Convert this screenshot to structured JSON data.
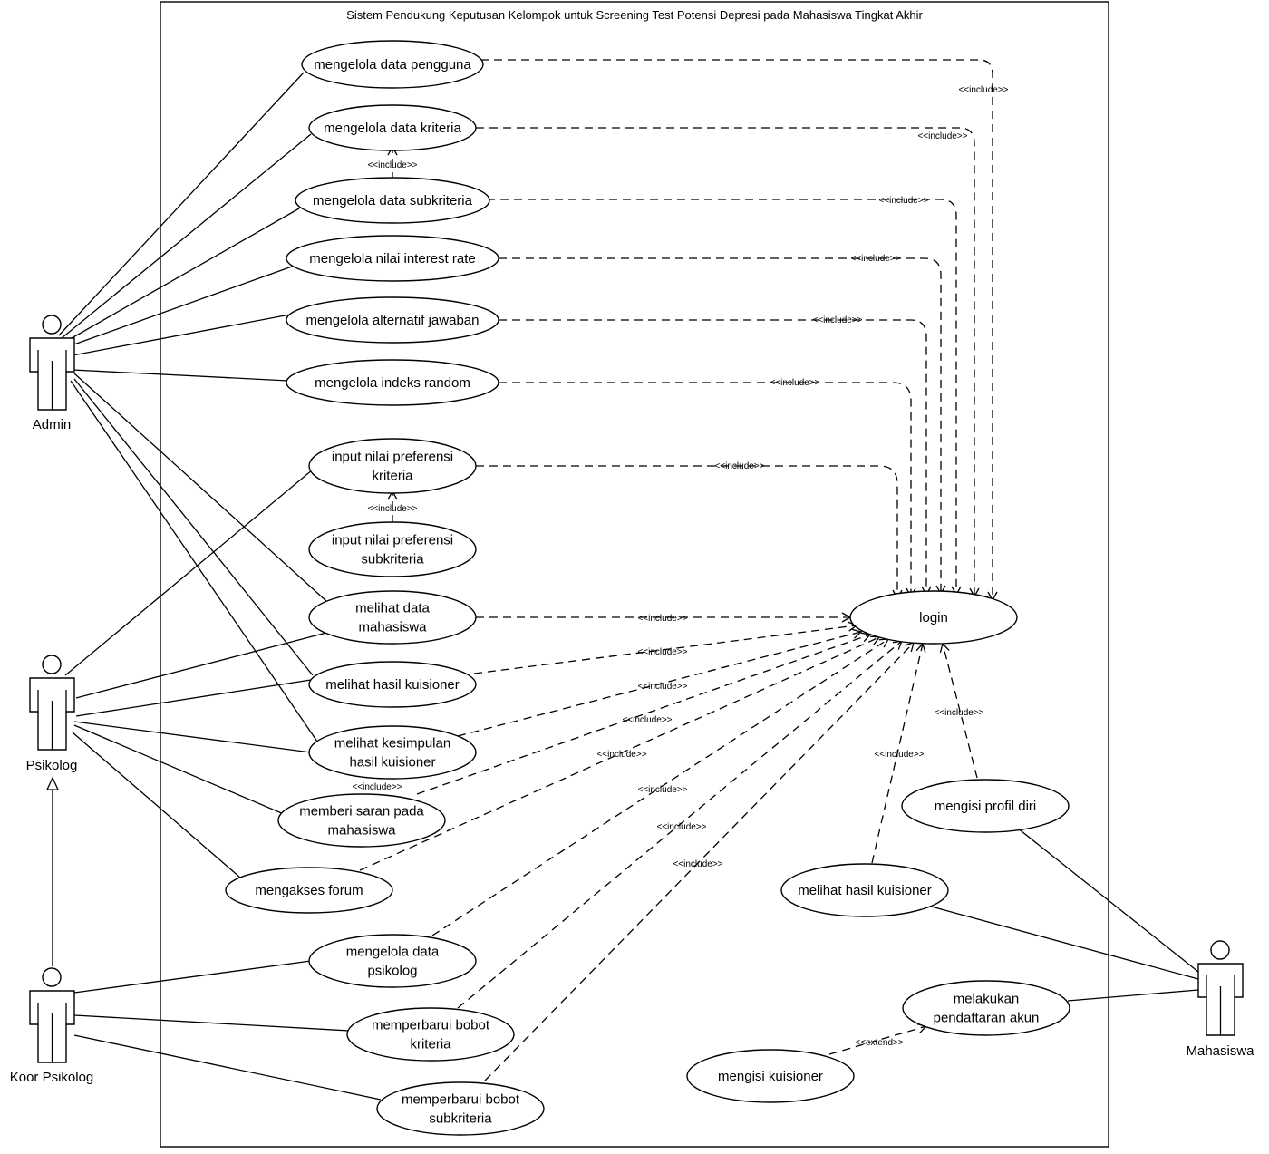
{
  "system": {
    "title": "Sistem Pendukung Keputusan Kelompok untuk Screening Test Potensi Depresi pada Mahasiswa Tingkat Akhir"
  },
  "actors": {
    "admin": "Admin",
    "psikolog": "Psikolog",
    "koor": "Koor Psikolog",
    "mahasiswa": "Mahasiswa"
  },
  "usecases": {
    "data_pengguna": [
      "mengelola data pengguna"
    ],
    "data_kriteria": [
      "mengelola data kriteria"
    ],
    "data_subkriteria": [
      "mengelola data subkriteria"
    ],
    "interest_rate": [
      "mengelola nilai interest rate"
    ],
    "alternatif": [
      "mengelola alternatif jawaban"
    ],
    "indeks_random": [
      "mengelola indeks random"
    ],
    "pref_kriteria": [
      "input nilai preferensi",
      "kriteria"
    ],
    "pref_subkriteria": [
      "input nilai preferensi",
      "subkriteria"
    ],
    "data_mahasiswa": [
      "melihat data",
      "mahasiswa"
    ],
    "hasil_kuisioner": [
      "melihat hasil kuisioner"
    ],
    "kesimpulan": [
      "melihat kesimpulan",
      "hasil kuisioner"
    ],
    "saran": [
      "memberi saran pada",
      "mahasiswa"
    ],
    "forum": [
      "mengakses forum"
    ],
    "data_psikolog": [
      "mengelola data",
      "psikolog"
    ],
    "bobot_kriteria": [
      "memperbarui bobot",
      "kriteria"
    ],
    "bobot_subkriteria": [
      "memperbarui bobot",
      "subkriteria"
    ],
    "login": [
      "login"
    ],
    "profil": [
      "mengisi profil diri"
    ],
    "hasil_mhs": [
      "melihat hasil kuisioner"
    ],
    "daftar": [
      "melakukan",
      "pendaftaran akun"
    ],
    "kuisioner": [
      "mengisi kuisioner"
    ]
  },
  "relations": {
    "include": "<<include>>",
    "extend": "<<extend>>"
  }
}
